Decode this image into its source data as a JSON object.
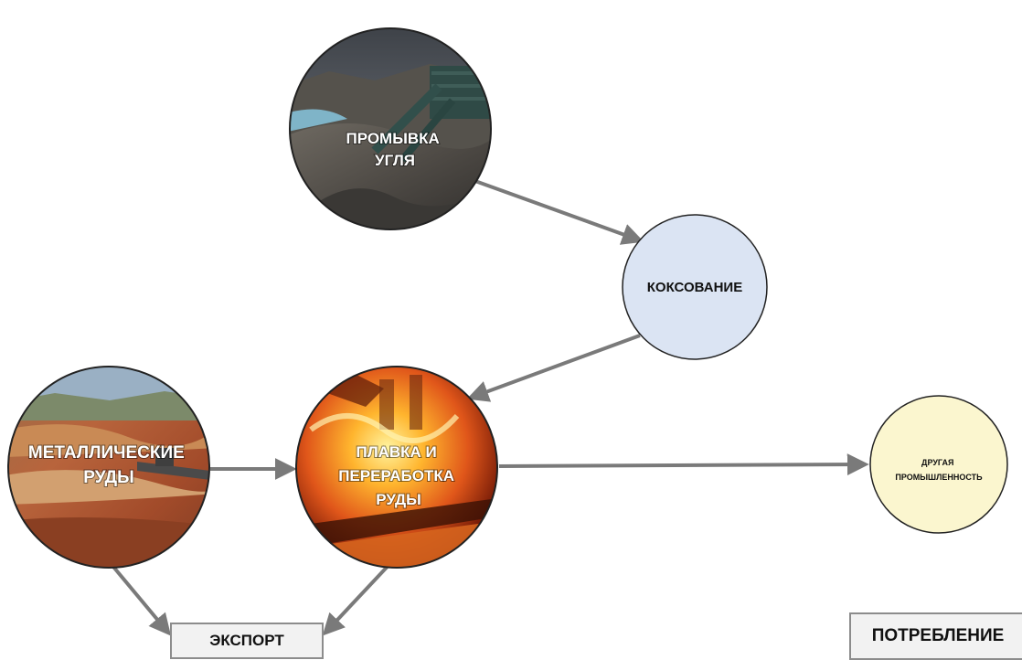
{
  "nodes": {
    "coal_washing": {
      "line1": "ПРОМЫВКА",
      "line2": "УГЛЯ"
    },
    "coking": {
      "label": "КОКСОВАНИЕ"
    },
    "metal_ores": {
      "line1": "МЕТАЛЛИЧЕСКИЕ",
      "line2": "РУДЫ"
    },
    "smelting": {
      "line1": "ПЛАВКА И",
      "line2": "ПЕРЕРАБОТКА",
      "line3": "РУДЫ"
    },
    "other_industry": {
      "line1": "ДРУГАЯ",
      "line2": "ПРОМЫШЛЕННОСТЬ"
    },
    "export": {
      "label": "ЭКСПОРТ"
    },
    "consumption": {
      "label": "ПОТРЕБЛЕНИЕ"
    }
  },
  "colors": {
    "coking_fill": "#dbe4f3",
    "other_industry_fill": "#fbf6cf",
    "box_fill": "#f2f2f2",
    "arrow": "#7a7a7a"
  }
}
